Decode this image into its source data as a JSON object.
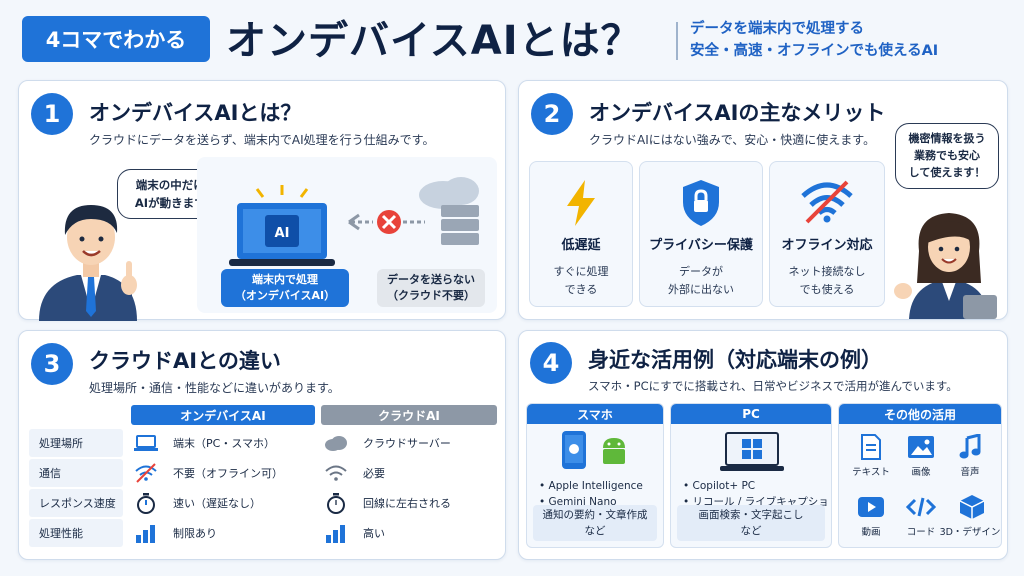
{
  "header": {
    "badge": "4コマでわかる",
    "title": "オンデバイスAIとは？",
    "sub1": "データを端末内で処理する",
    "sub2": "安全・高速・オフラインでも使えるAI"
  },
  "p1": {
    "num": "1",
    "title": "オンデバイスAIとは？",
    "desc": "クラウドにデータを送らず、端末内でAI処理を行う仕組みです。",
    "bubble1": "端末の中だけで",
    "bubble2": "AIが動きます！",
    "chip": "AI",
    "blue1": "端末内で処理",
    "blue2": "（オンデバイスAI）",
    "gray1": "データを送らない",
    "gray2": "（クラウド不要）"
  },
  "p2": {
    "num": "2",
    "title": "オンデバイスAIの主なメリット",
    "desc": "クラウドAIにはない強みで、安心・快適に使えます。",
    "bubble1": "機密情報を扱う",
    "bubble2": "業務でも安心",
    "bubble3": "して使えます！",
    "cards": [
      {
        "title": "低遅延",
        "d1": "すぐに処理",
        "d2": "できる"
      },
      {
        "title": "プライバシー保護",
        "d1": "データが",
        "d2": "外部に出ない"
      },
      {
        "title": "オフライン対応",
        "d1": "ネット接続なし",
        "d2": "でも使える"
      }
    ]
  },
  "p3": {
    "num": "3",
    "title": "クラウドAIとの違い",
    "desc": "処理場所・通信・性能などに違いがあります。",
    "col1": "オンデバイスAI",
    "col2": "クラウドAI",
    "rows": [
      {
        "label": "処理場所",
        "on": "端末（PC・スマホ）",
        "cloud": "クラウドサーバー"
      },
      {
        "label": "通信",
        "on": "不要（オフライン可）",
        "cloud": "必要"
      },
      {
        "label": "レスポンス速度",
        "on": "速い（遅延なし）",
        "cloud": "回線に左右される"
      },
      {
        "label": "処理性能",
        "on": "制限あり",
        "cloud": "高い"
      }
    ]
  },
  "p4": {
    "num": "4",
    "title": "身近な活用例（対応端末の例）",
    "desc": "スマホ・PCにすでに搭載され、日常やビジネスで活用が進んでいます。",
    "phone": {
      "head": "スマホ",
      "l1": "• Apple Intelligence",
      "l2": "• Gemini Nano",
      "f1": "通知の要約・文章作成",
      "f2": "など"
    },
    "pc": {
      "head": "PC",
      "l1": "• Copilot+ PC",
      "l2": "• リコール / ライブキャプション",
      "f1": "画面検索・文字起こし",
      "f2": "など"
    },
    "other": {
      "head": "その他の活用",
      "items": [
        "テキスト",
        "画像",
        "音声",
        "動画",
        "コード",
        "3D・デザイン"
      ]
    }
  },
  "colors": {
    "accent": "#1f73d8",
    "gray": "#8d98a6"
  }
}
